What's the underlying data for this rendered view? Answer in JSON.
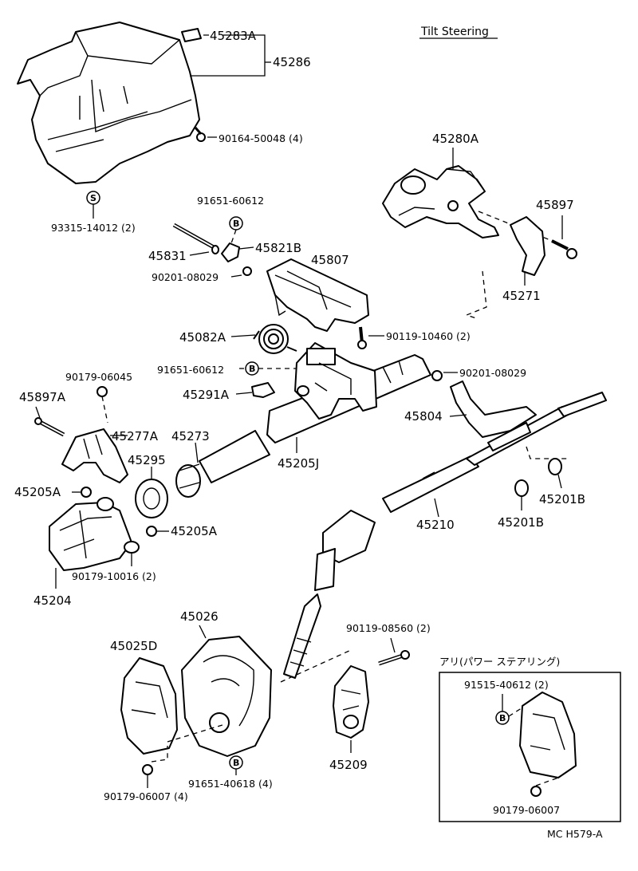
{
  "title": "Tilt Steering",
  "inset_title": "アリ(パワー ステアリング)",
  "footer_code": "MC H579-A",
  "symbols": {
    "s": "S",
    "b": "B"
  },
  "labels": {
    "p45283A": "45283A",
    "p45286": "45286",
    "p90164": "90164-50048 (4)",
    "p93315": "93315-14012 (2)",
    "p91651a": "91651-60612",
    "p45831": "45831",
    "p45821B": "45821B",
    "p45807": "45807",
    "p90201a": "90201-08029",
    "p45082A": "45082A",
    "p90119a": "90119-10460 (2)",
    "p45280A": "45280A",
    "p45897": "45897",
    "p45271": "45271",
    "p90179a": "90179-06045",
    "p91651b": "91651-60612",
    "p90201b": "90201-08029",
    "p45291A": "45291A",
    "p45897A": "45897A",
    "p45277A": "45277A",
    "p45273": "45273",
    "p45295": "45295",
    "p45205J": "45205J",
    "p45804": "45804",
    "p45205A1": "45205A",
    "p45205A2": "45205A",
    "p45201B1": "45201B",
    "p45201B2": "45201B",
    "p45210": "45210",
    "p90179b": "90179-10016 (2)",
    "p45204": "45204",
    "p45026": "45026",
    "p45025D": "45025D",
    "p90119b": "90119-08560 (2)",
    "p91515": "91515-40612 (2)",
    "p91651c": "91651-40618 (4)",
    "p90179c": "90179-06007 (4)",
    "p45209": "45209",
    "p90179d": "90179-06007"
  }
}
